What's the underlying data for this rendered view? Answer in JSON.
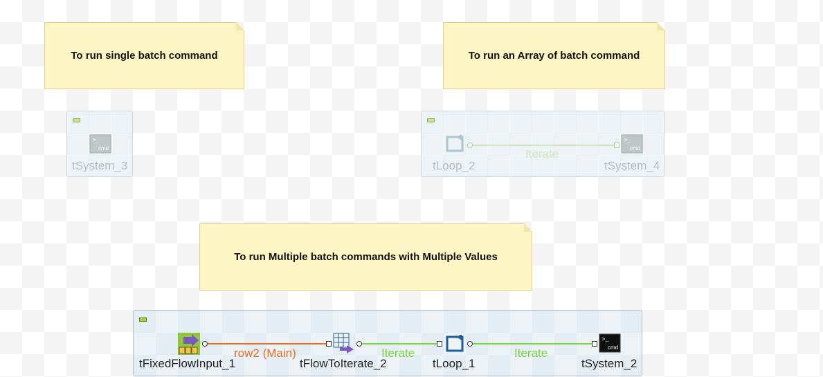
{
  "notes": [
    {
      "text": "To run single batch command"
    },
    {
      "text": "To run an Array of batch command"
    },
    {
      "text": "To run Multiple batch commands with Multiple Values"
    }
  ],
  "subjob1": {
    "component": {
      "label": "tSystem_3",
      "icon": "cmd-icon"
    }
  },
  "subjob2": {
    "loop": {
      "label": "tLoop_2",
      "icon": "loop-icon"
    },
    "link": {
      "label": "Iterate"
    },
    "system": {
      "label": "tSystem_4",
      "icon": "cmd-icon"
    }
  },
  "subjob3": {
    "fixed": {
      "label": "tFixedFlowInput_1",
      "icon": "fixed-flow-input-icon"
    },
    "link1": {
      "label": "row2 (Main)"
    },
    "flow": {
      "label": "tFlowToIterate_2",
      "icon": "flow-to-iterate-icon"
    },
    "link2": {
      "label": "Iterate"
    },
    "loop": {
      "label": "tLoop_1",
      "icon": "loop-icon"
    },
    "link3": {
      "label": "Iterate"
    },
    "system": {
      "label": "tSystem_2",
      "icon": "cmd-icon"
    }
  },
  "colors": {
    "note_bg": "#fdf6c4",
    "main_link": "#e46f22",
    "iterate_link": "#7ad33a",
    "collapse": "#a4d12f"
  },
  "cmd_icon_text": "cmd"
}
